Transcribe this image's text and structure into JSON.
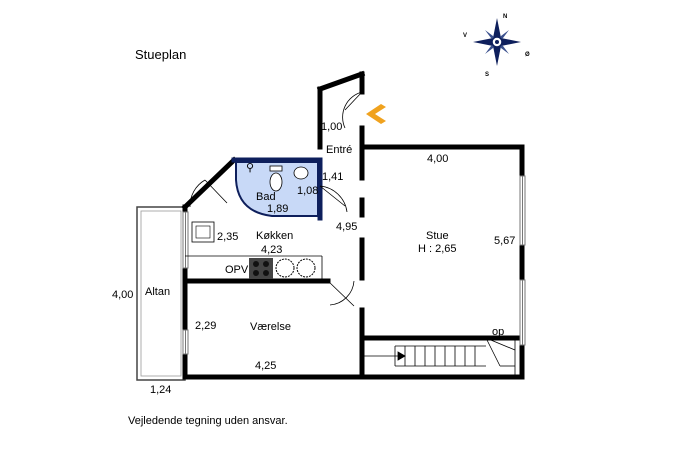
{
  "title": "Stueplan",
  "disclaimer": "Vejledende tegning uden ansvar.",
  "compass": {
    "n": "N",
    "s": "S",
    "v": "V",
    "o": "Ø"
  },
  "colors": {
    "bathroom": "#c8d9f7",
    "bathroom_outline": "#0e1f5c",
    "entrance_arrow": "#f0a21e",
    "wall": "#000000"
  },
  "rooms": {
    "bad": {
      "name": "Bad",
      "area": "1,89",
      "dim1": "1,08",
      "dim2": "1,41"
    },
    "entre": {
      "name": "Entré",
      "dim": "1,00"
    },
    "stue": {
      "name": "Stue",
      "height": "H : 2,65",
      "width": "4,00",
      "depth": "5,67",
      "dim_left": "4,95"
    },
    "kokken": {
      "name": "Køkken",
      "width": "4,23",
      "depth": "2,35",
      "appliance": "OPV"
    },
    "vaerelse": {
      "name": "Værelse",
      "width": "4,25",
      "depth": "2,29"
    },
    "altan": {
      "name": "Altan",
      "length": "4,00",
      "width": "1,24"
    },
    "stairs": {
      "label": "op"
    }
  }
}
